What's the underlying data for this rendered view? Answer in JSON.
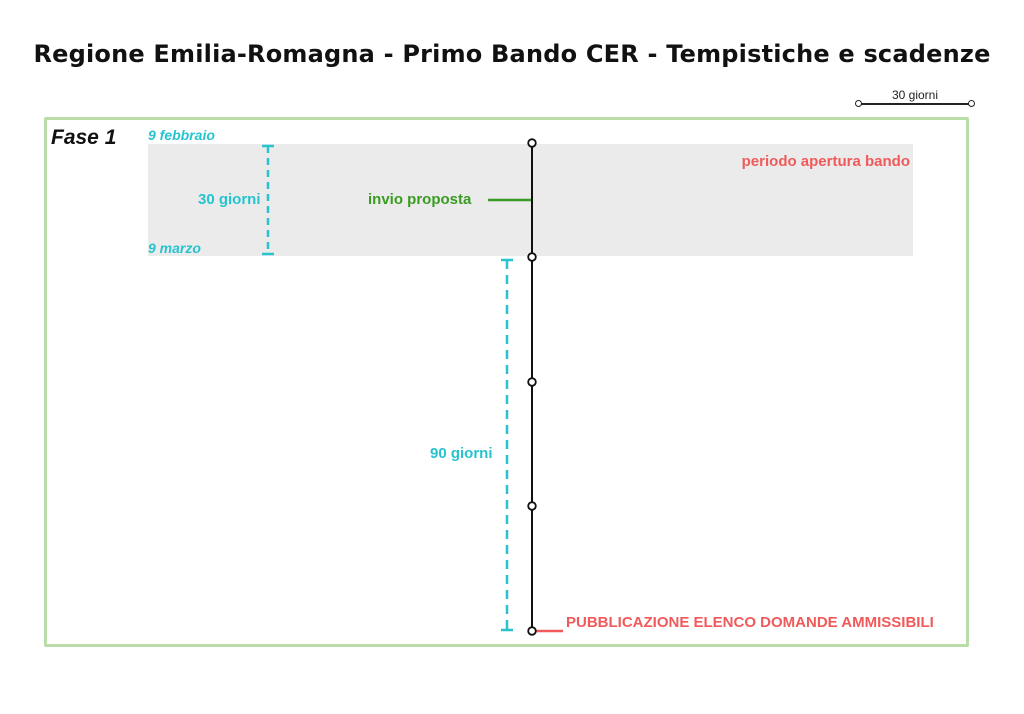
{
  "title": "Regione Emilia-Romagna - Primo Bando CER  - Tempistiche e scadenze",
  "scale": {
    "label": "30 giorni"
  },
  "phase": {
    "label": "Fase 1"
  },
  "dates": {
    "start": "9 febbraio",
    "end": "9 marzo"
  },
  "durations": {
    "first": "30 giorni",
    "second": "90 giorni"
  },
  "events": {
    "opening_period": "periodo apertura bando",
    "submission": "invio proposta",
    "publication": "PUBBLICAZIONE ELENCO DOMANDE AMMISSIBILI"
  },
  "colors": {
    "accent_teal": "#27c3cf",
    "accent_green": "#3a9b22",
    "accent_red": "#f05a5a",
    "frame": "#b9dca8",
    "band": "#ebebeb"
  }
}
